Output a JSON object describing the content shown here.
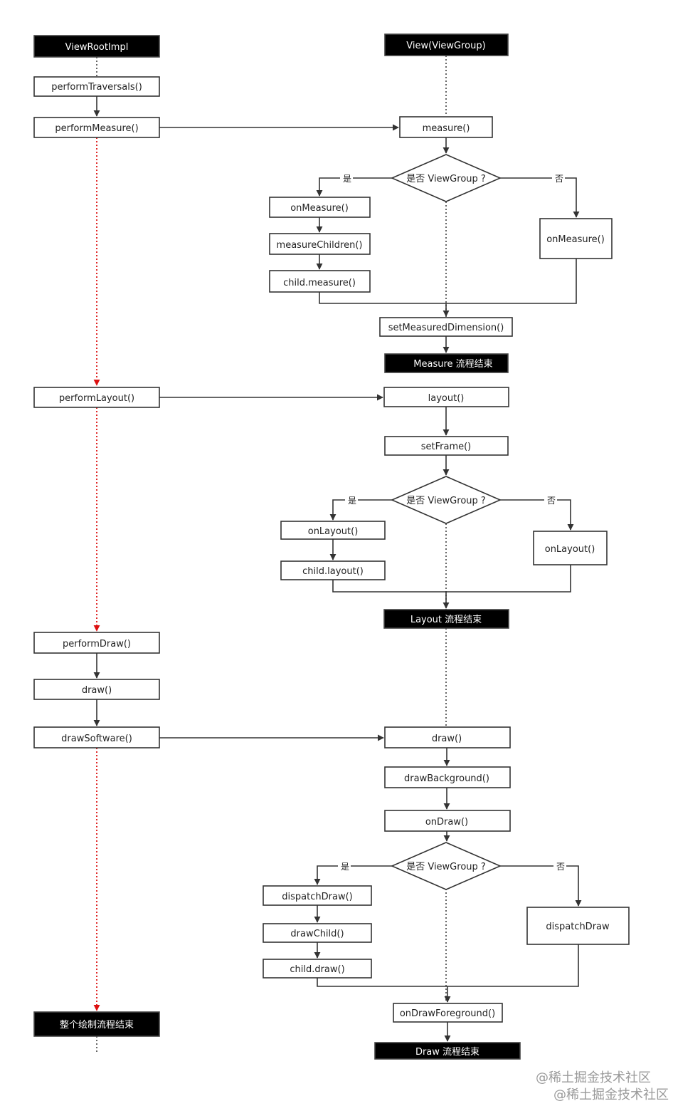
{
  "lanes": {
    "left": "ViewRootImpl",
    "right": "View(ViewGroup)"
  },
  "left_nodes": {
    "perform_traversals": "performTraversals()",
    "perform_measure": "performMeasure()",
    "perform_layout": "performLayout()",
    "perform_draw": "performDraw()",
    "draw": "draw()",
    "draw_software": "drawSoftware()",
    "end_all": "整个绘制流程结束"
  },
  "measure": {
    "measure": "measure()",
    "decision": "是否 ViewGroup ?",
    "yes": "是",
    "no": "否",
    "yes_1": "onMeasure()",
    "yes_2": "measureChildren()",
    "yes_3": "child.measure()",
    "no_1": "onMeasure()",
    "merge": "setMeasuredDimension()",
    "end": "Measure 流程结束"
  },
  "layout": {
    "layout": "layout()",
    "set_frame": "setFrame()",
    "decision": "是否 ViewGroup ?",
    "yes": "是",
    "no": "否",
    "yes_1": "onLayout()",
    "yes_2": "child.layout()",
    "no_1": "onLayout()",
    "end": "Layout 流程结束"
  },
  "draw": {
    "draw": "draw()",
    "draw_background": "drawBackground()",
    "on_draw": "onDraw()",
    "decision": "是否 ViewGroup ?",
    "yes": "是",
    "no": "否",
    "yes_1": "dispatchDraw()",
    "yes_2": "drawChild()",
    "yes_3": "child.draw()",
    "no_1": "dispatchDraw",
    "on_draw_foreground": "onDrawForeground()",
    "end": "Draw 流程结束"
  },
  "watermark": {
    "line1": "@稀土掘金技术社区",
    "line2": "@稀土掘金技术社区"
  },
  "colors": {
    "stroke": "#333333",
    "header_fill": "#000000",
    "red_lifeline": "#dd1111"
  }
}
